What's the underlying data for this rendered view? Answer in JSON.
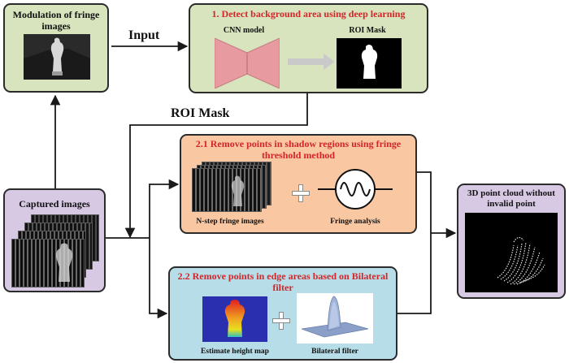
{
  "colors": {
    "green_box": "#d7e4bd",
    "orange_box": "#f9c7a1",
    "purple_box": "#d7c9e4",
    "blue_box": "#b6dde8",
    "cnn_pink": "#e79aa0",
    "title_red": "#d4262a",
    "connector": "#1a1a1a"
  },
  "modulation": {
    "title": "Modulation of fringe images"
  },
  "detect": {
    "title": "1. Detect background area using deep learning",
    "cnn_label": "CNN model",
    "roi_label": "ROI Mask"
  },
  "connectors": {
    "input_label": "Input",
    "roi_mask_label": "ROI Mask"
  },
  "captured": {
    "title": "Captured images"
  },
  "shadow": {
    "title": "2.1 Remove points in shadow regions using fringe threshold method",
    "fringe_images_label": "N-step fringe images",
    "analysis_label": "Fringe analysis"
  },
  "edge": {
    "title": "2.2 Remove points in edge areas based on Bilateral filter",
    "height_map_label": "Estimate height map",
    "bilateral_label": "Bilateral filter"
  },
  "output": {
    "title": "3D point cloud without invalid point"
  },
  "icons": [
    "plus-icon",
    "sine-wave-icon",
    "arrow-right-icon",
    "mannequin-icon"
  ]
}
